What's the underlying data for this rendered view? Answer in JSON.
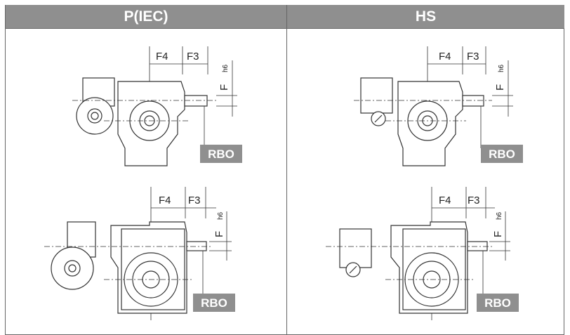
{
  "columns": [
    {
      "header": "P(IEC)"
    },
    {
      "header": "HS"
    }
  ],
  "dimensions": {
    "f4": "F4",
    "f3": "F3",
    "f_h6_main": "F",
    "f_h6_sub": "h6"
  },
  "rbo_label": "RBO"
}
